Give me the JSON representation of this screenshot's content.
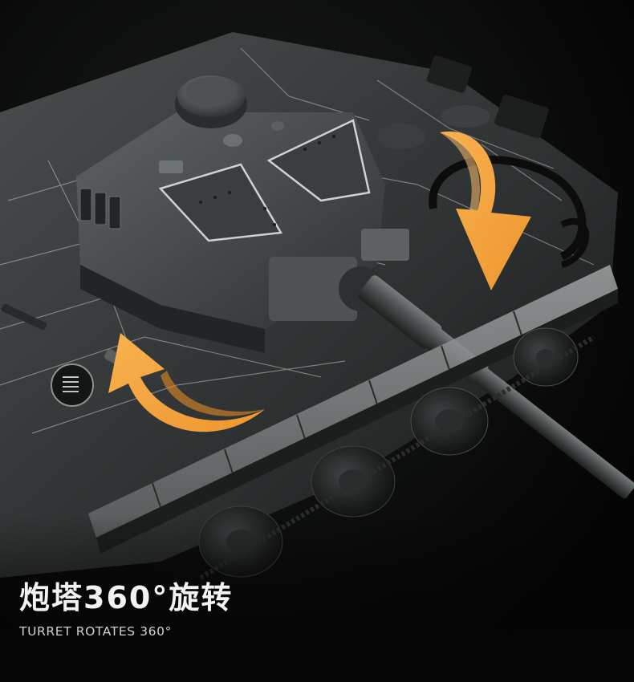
{
  "product": {
    "subject": "brick-built Tiger tank model",
    "feature_title_cn": "炮塔360°旋转",
    "feature_title_en": "TURRET ROTATES 360°"
  },
  "annotations": {
    "arrows": [
      {
        "name": "rotate-arrow-left",
        "direction": "counter-clockwise-up",
        "color": "#f5a23a"
      },
      {
        "name": "rotate-arrow-right",
        "direction": "clockwise-down",
        "color": "#f5a23a"
      }
    ]
  },
  "colors": {
    "background": "#050505",
    "hull": "#3a3d3d",
    "hull_highlight": "#8a8f8f",
    "panel_line": "#c9cccc",
    "arrow": "#f5a23a",
    "arrow_shade": "#e8902a",
    "text": "#f2f2f2"
  }
}
